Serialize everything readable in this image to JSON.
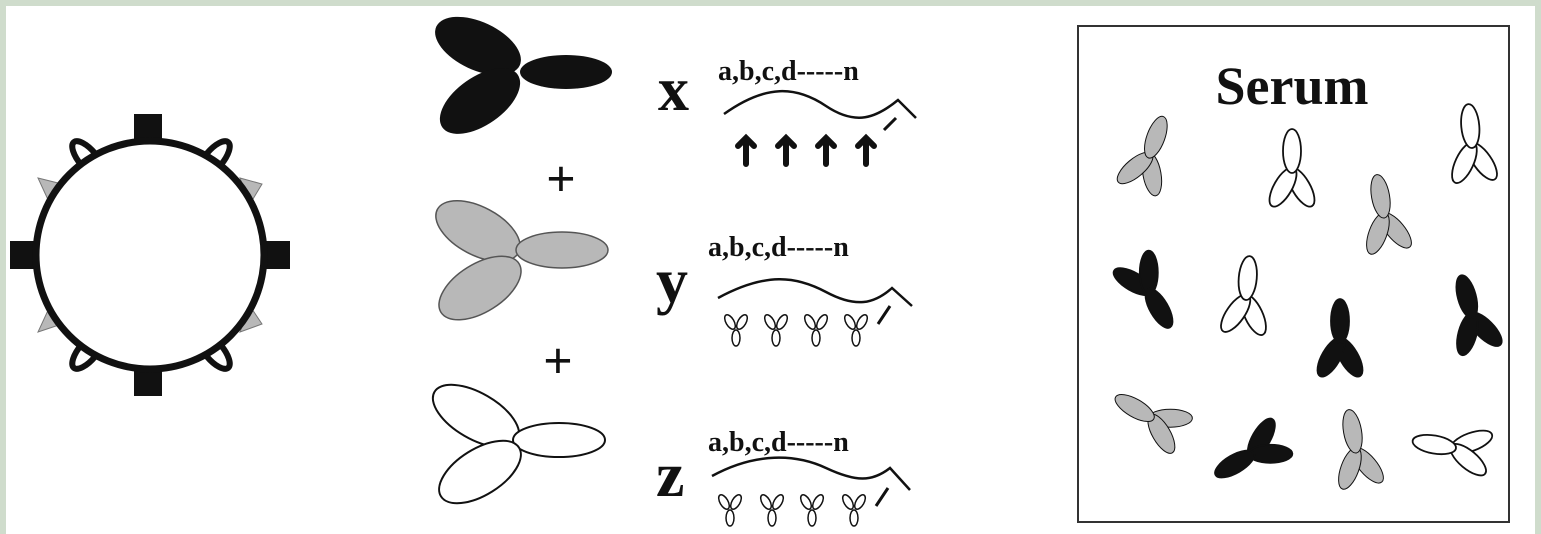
{
  "colors": {
    "frame": "#cfdccc",
    "background": "#ffffff",
    "ink": "#111111",
    "gray_fill": "#b8b8b8",
    "white_fill": "#ffffff",
    "black_fill": "#111111"
  },
  "antibodies": [
    {
      "letter": "x",
      "sequence": "a,b,c,d-----n",
      "shade": "black"
    },
    {
      "letter": "y",
      "sequence": "a,b,c,d-----n",
      "shade": "gray"
    },
    {
      "letter": "z",
      "sequence": "a,b,c,d-----n",
      "shade": "white"
    }
  ],
  "operators": [
    "+",
    "+"
  ],
  "serum": {
    "title": "Serum"
  },
  "icons": [
    "cell-with-surface-antigens-icon",
    "antibody-icon",
    "antibody-chain-icon"
  ]
}
